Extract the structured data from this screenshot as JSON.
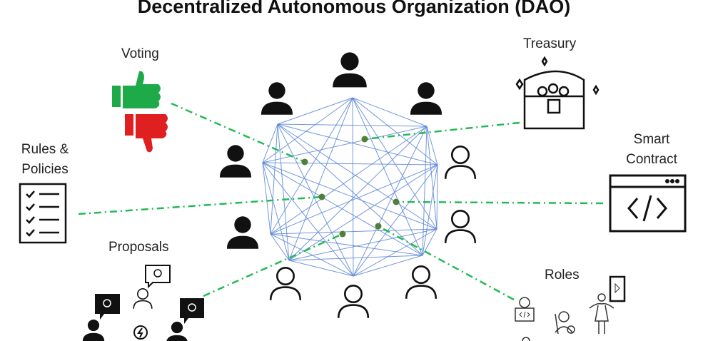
{
  "title": "Decentralized Autonomous Organization (DAO)",
  "labels": {
    "voting": "Voting",
    "treasury": "Treasury",
    "rules_line1": "Rules &",
    "rules_line2": "Policies",
    "smart_line1": "Smart",
    "smart_line2": "Contract",
    "proposals": "Proposals",
    "roles": "Roles"
  },
  "colors": {
    "network": "#5b86d6",
    "connector": "#22bb55",
    "node": "#4f7f3a",
    "thumbs_up": "#1faa4a",
    "thumbs_down": "#e02020"
  }
}
